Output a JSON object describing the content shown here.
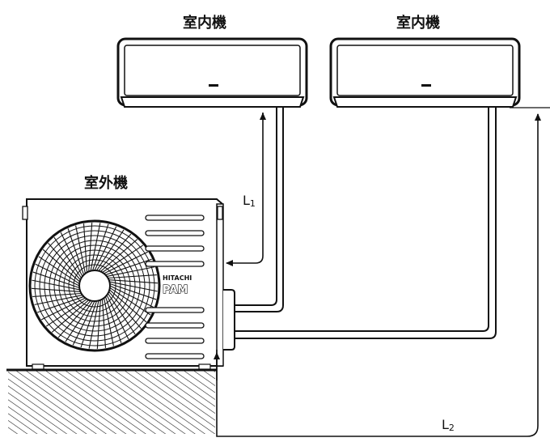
{
  "labels": {
    "indoor_unit_1": "室内機",
    "indoor_unit_2": "室内機",
    "outdoor_unit": "室外機"
  },
  "dimensions": {
    "l1_main": "L",
    "l1_sub": "1",
    "l2_main": "L",
    "l2_sub": "2"
  },
  "brand": {
    "line1": "HITACHI",
    "line2": "PAM"
  },
  "colors": {
    "line": "#111111",
    "background": "#ffffff"
  }
}
